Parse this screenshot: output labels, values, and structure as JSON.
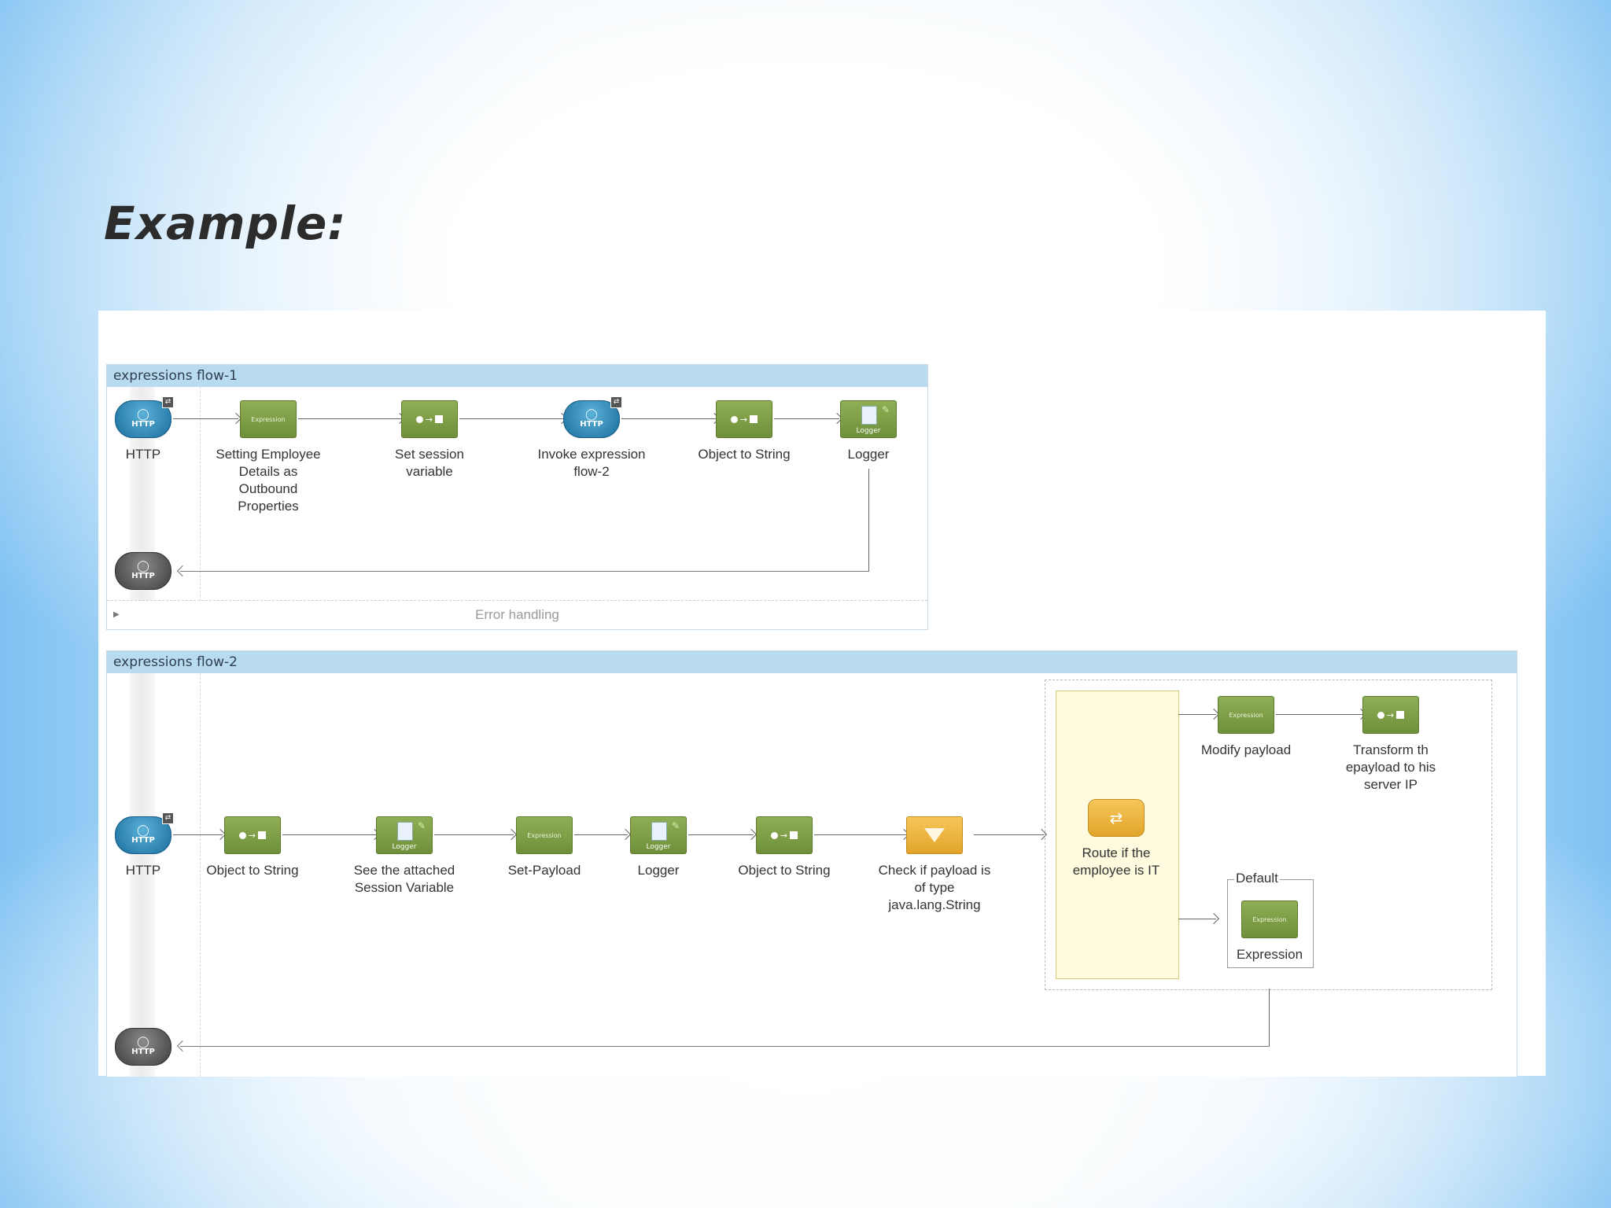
{
  "slide": {
    "title": "Example:"
  },
  "flow1": {
    "header": "expressions flow-1",
    "nodes": [
      {
        "label": "HTTP",
        "icon": "http-endpoint-icon"
      },
      {
        "label": "Setting Employee\nDetails as\nOutbound\nProperties",
        "icon": "expression-icon",
        "icon_text": "Expression"
      },
      {
        "label": "Set session\nvariable",
        "icon": "transformer-icon"
      },
      {
        "label": "Invoke expression\nflow-2",
        "icon": "http-endpoint-icon"
      },
      {
        "label": "Object to String",
        "icon": "transformer-icon"
      },
      {
        "label": "Logger",
        "icon": "logger-icon",
        "icon_text": "Logger"
      }
    ],
    "error_handling": "Error handling"
  },
  "flow2": {
    "header": "expressions flow-2",
    "nodes": [
      {
        "label": "HTTP",
        "icon": "http-endpoint-icon"
      },
      {
        "label": "Object to String",
        "icon": "transformer-icon"
      },
      {
        "label": "See the attached\nSession Variable",
        "icon": "logger-icon",
        "icon_text": "Logger"
      },
      {
        "label": "Set-Payload",
        "icon": "expression-icon",
        "icon_text": "Expression"
      },
      {
        "label": "Logger",
        "icon": "logger-icon",
        "icon_text": "Logger"
      },
      {
        "label": "Object to String",
        "icon": "transformer-icon"
      },
      {
        "label": "Check if payload is\nof type\njava.lang.String",
        "icon": "filter-icon"
      }
    ],
    "router": {
      "label": "Route if the\nemployee is IT",
      "icon": "choice-router-icon",
      "route1": [
        {
          "label": "Modify payload",
          "icon": "expression-icon",
          "icon_text": "Expression"
        },
        {
          "label": "Transform th\nepayload to his\nserver IP",
          "icon": "transformer-icon"
        }
      ],
      "default": {
        "title": "Default",
        "node": {
          "label": "Expression",
          "icon": "expression-icon",
          "icon_text": "Expression"
        }
      }
    }
  },
  "http_icon_text": "HTTP",
  "colors": {
    "header_bg": "#b9dbf0",
    "processor_green": "#7a9b44",
    "http_blue": "#1e7bb0",
    "router_yellow": "#f0b33a",
    "lane_yellow": "#fffbde"
  }
}
